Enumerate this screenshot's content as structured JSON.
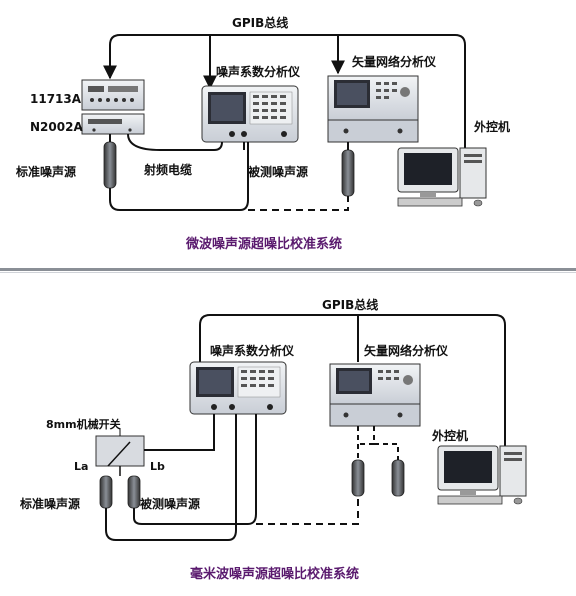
{
  "diagrams": {
    "microwave": {
      "title": "微波噪声源超噪比校准系统",
      "gpib_label": "GPIB总线",
      "noise_analyzer": "噪声系数分析仪",
      "vna": "矢量网络分析仪",
      "controller": "外控机",
      "switch_model": "11713A",
      "noise_source_model": "N2002A",
      "std_source": "标准噪声源",
      "rf_cable": "射频电缆",
      "dut_source": "被测噪声源"
    },
    "mmwave": {
      "title": "毫米波噪声源超噪比校准系统",
      "gpib_label": "GPIB总线",
      "noise_analyzer": "噪声系数分析仪",
      "vna": "矢量网络分析仪",
      "controller": "外控机",
      "mech_switch": "8mm机械开关",
      "port_la": "La",
      "port_lb": "Lb",
      "std_source": "标准噪声源",
      "dut_source": "被测噪声源"
    }
  },
  "colors": {
    "caption": "#5a1a6e",
    "line": "#111111",
    "instrument_body": "#dfe4ea",
    "screen": "#2b2d35",
    "divider": "#8a8f96"
  }
}
